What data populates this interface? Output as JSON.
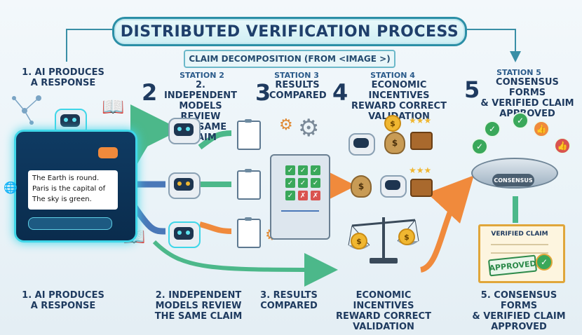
{
  "title": "DISTRIBUTED VERIFICATION PROCESS",
  "subtitle": "CLAIM DECOMPOSITION (FROM <IMAGE >)",
  "steps_top": [
    {
      "num": "",
      "lines": [
        "1. AI PRODUCES",
        "A RESPONSE"
      ]
    },
    {
      "num": "2",
      "small": "STATION 2",
      "lines": [
        "2. INDEPENDENT",
        "MODELS REVIEW",
        "THE SAME CLAIM"
      ]
    },
    {
      "num": "3",
      "small": "STATION 3",
      "lines": [
        "RESULTS",
        "COMPARED"
      ]
    },
    {
      "num": "4",
      "small": "STATION 4",
      "lines": [
        "ECONOMIC INCENTIVES",
        "REWARD CORRECT",
        "VALIDATION"
      ]
    },
    {
      "num": "5",
      "small": "STATION 5",
      "lines": [
        "CONSENSUS FORMS",
        "& VERIFIED CLAIM",
        "APPROVED"
      ]
    }
  ],
  "steps_bottom": [
    {
      "lines": [
        "1. AI PRODUCES",
        "A RESPONSE"
      ]
    },
    {
      "lines": [
        "2. INDEPENDENT",
        "MODELS REVIEW",
        "THE SAME CLAIM"
      ]
    },
    {
      "lines": [
        "3. RESULTS",
        "COMPARED"
      ]
    },
    {
      "lines": [
        "ECONOMIC INCENTIVES",
        "REWARD CORRECT",
        "VALIDATION"
      ]
    },
    {
      "lines": [
        "5. CONSENSUS FORMS",
        "& VERIFIED CLAIM",
        "APPROVED"
      ]
    }
  ],
  "claims": [
    "The Earth is round.",
    "Paris is the capital of",
    "The sky is green."
  ],
  "consensus_label": "CONSENSUS",
  "certificate_title": "VERIFIED CLAIM",
  "stamp": "APPROVED",
  "coin_symbol": "$",
  "colors": {
    "accent": "#2b8fa6",
    "arrow_green": "#4cb88a",
    "arrow_blue": "#4a78b8",
    "arrow_orange": "#f08a3c",
    "check": "#3aa85a",
    "cross": "#d9534f"
  }
}
